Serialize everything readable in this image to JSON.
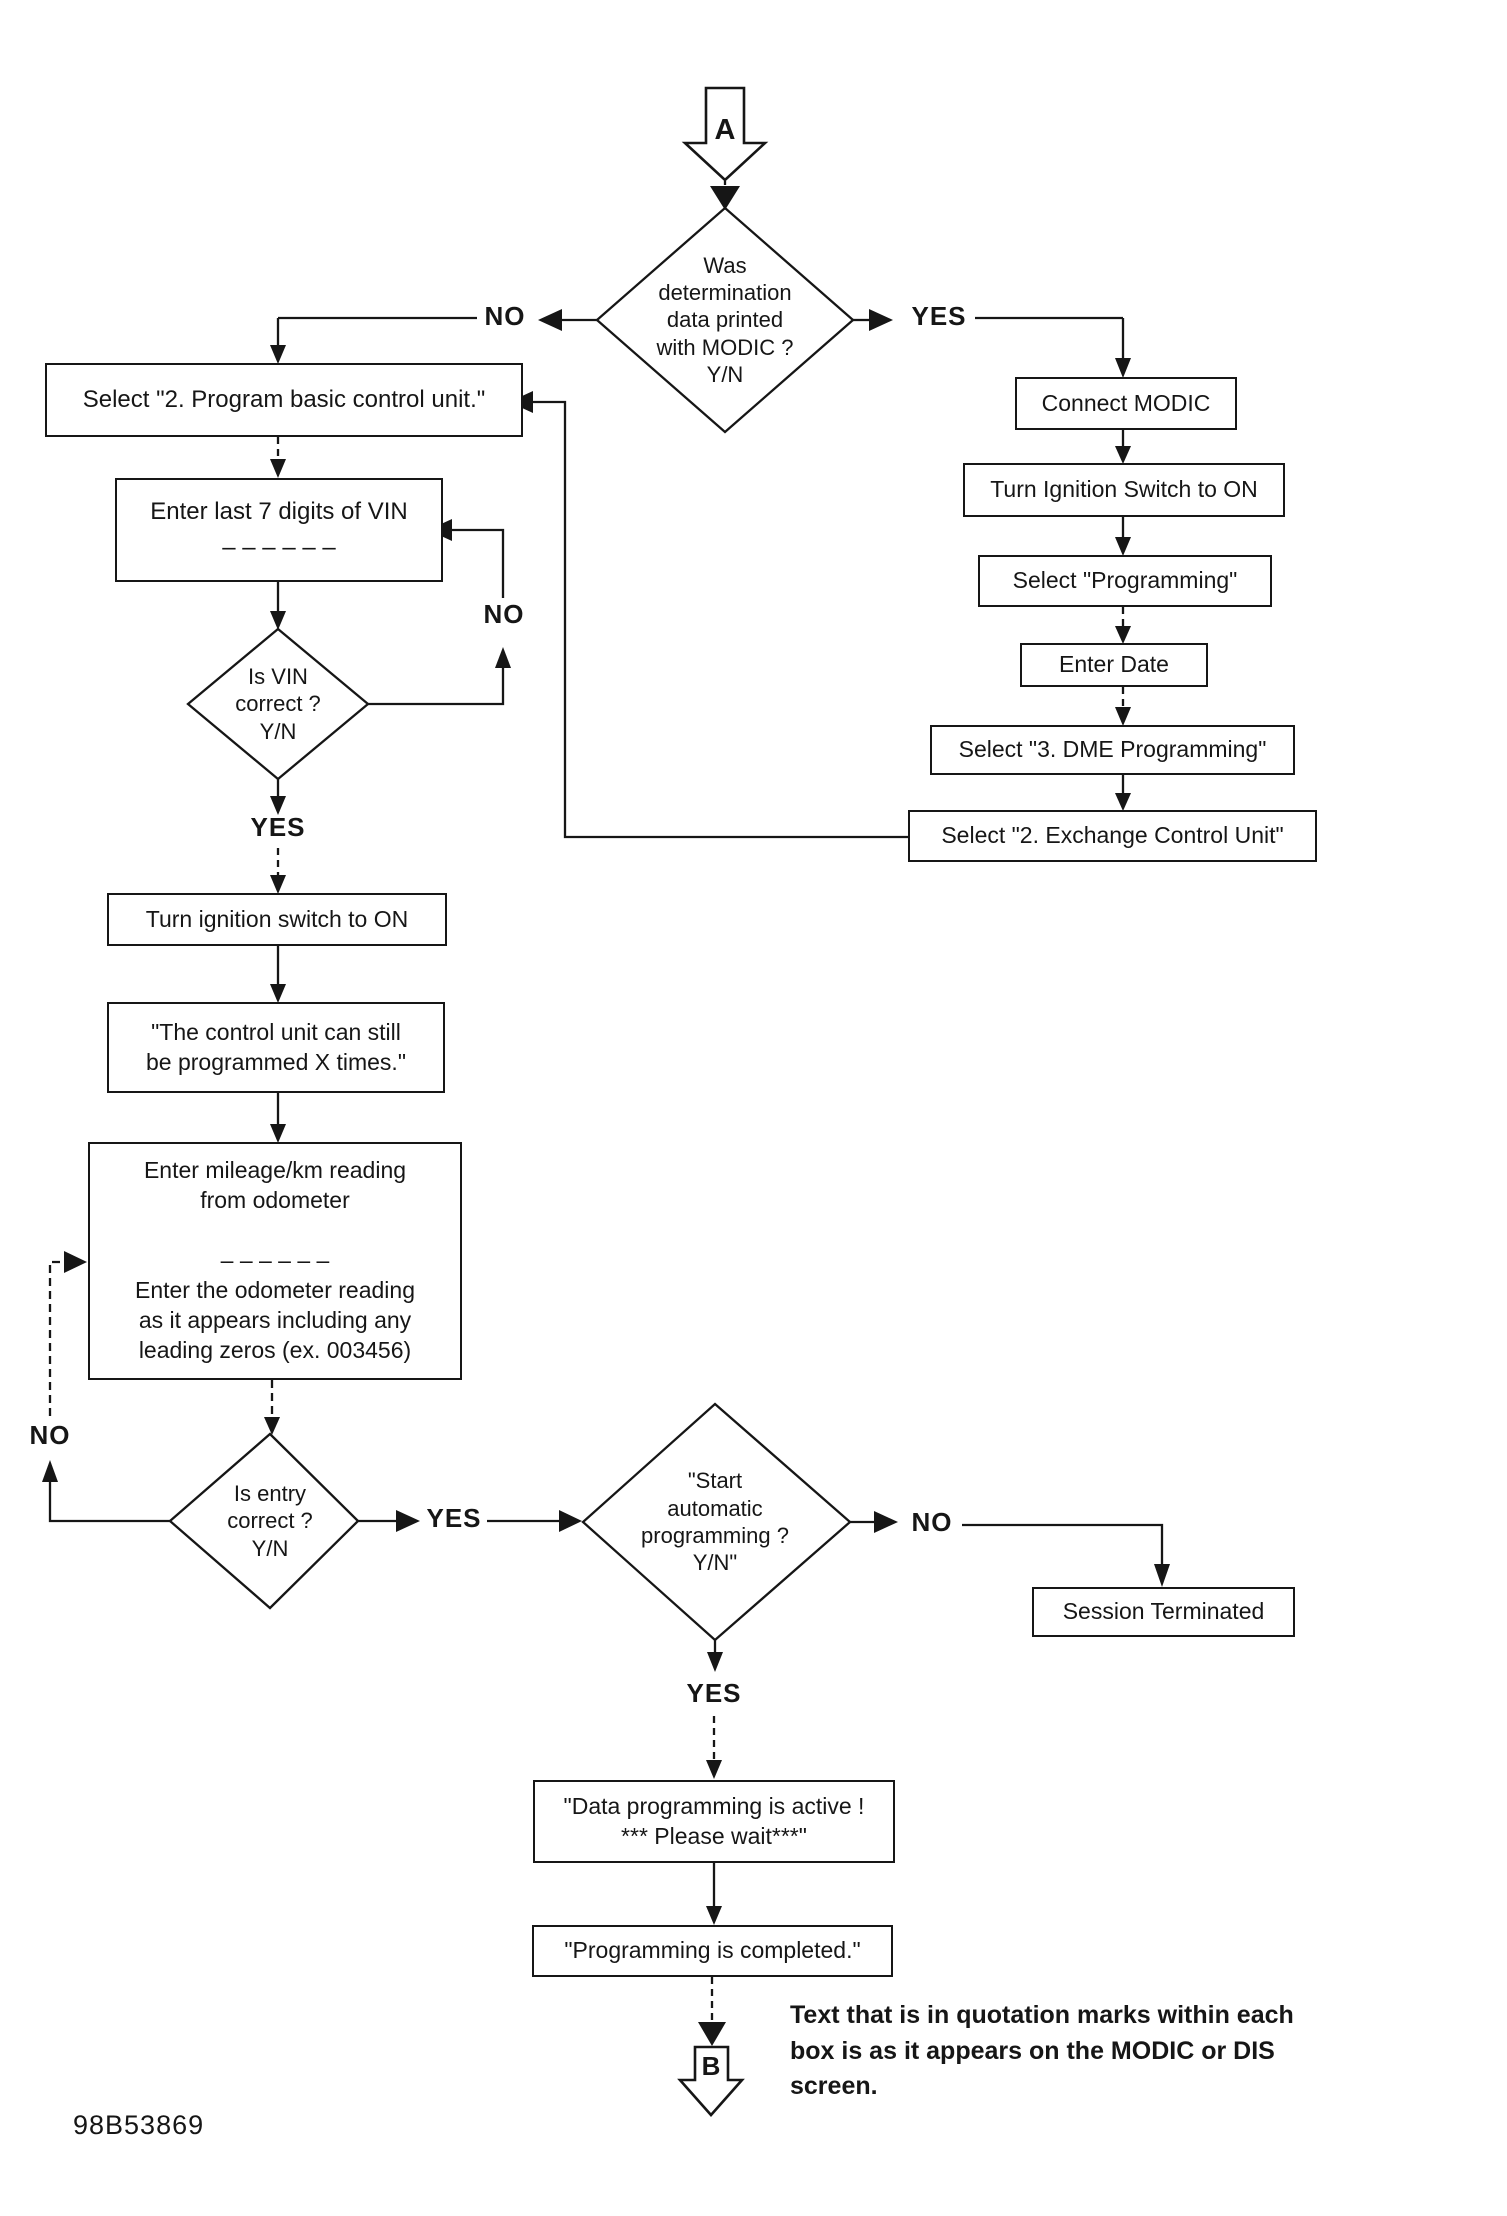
{
  "labels": {
    "yes": "YES",
    "no": "NO"
  },
  "connectors": {
    "a": "A",
    "b": "B"
  },
  "decisions": {
    "printed_with_modic": "Was\ndetermination\ndata printed\nwith MODIC ?\nY/N",
    "vin_correct": "Is VIN\ncorrect ?\nY/N",
    "entry_correct": "Is entry\ncorrect ?\nY/N",
    "start_auto_programming": "\"Start\nautomatic\nprogramming ?\nY/N\""
  },
  "processes": {
    "select_program_basic": "Select \"2. Program basic control unit.\"",
    "enter_vin": "Enter last 7 digits of VIN\n– – – – – –",
    "connect_modic": "Connect MODIC",
    "turn_ignition_upper": "Turn Ignition Switch to ON",
    "select_programming": "Select \"Programming\"",
    "enter_date": "Enter Date",
    "select_dme": "Select \"3. DME Programming\"",
    "select_exchange": "Select \"2. Exchange Control Unit\"",
    "turn_ignition_lower": "Turn ignition switch to ON",
    "control_unit_times": "\"The control unit can still\nbe programmed X times.\"",
    "enter_mileage": "Enter mileage/km reading\nfrom odometer\n\n– – – – – –\nEnter the odometer reading\nas it appears including any\nleading zeros (ex. 003456)",
    "session_terminated": "Session Terminated",
    "data_programming": "\"Data programming is active !\n*** Please wait***\"",
    "programming_completed": "\"Programming is completed.\""
  },
  "note": "Text that is in quotation marks within each\nbox is as it appears on the MODIC or DIS\nscreen.",
  "footer": {
    "doc_number": "98B53869"
  }
}
